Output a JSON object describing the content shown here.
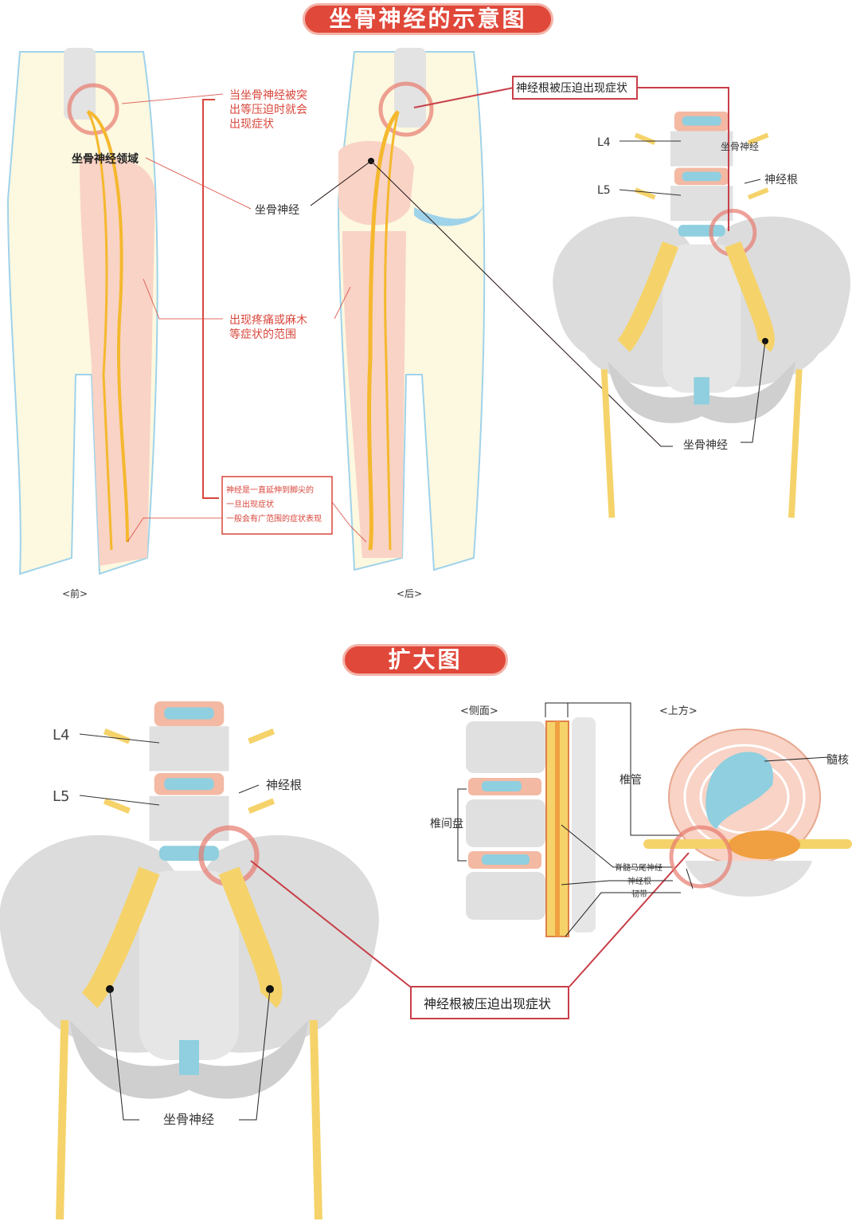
{
  "titles": {
    "main": "坐骨神经的示意图",
    "enlarged": "扩大图"
  },
  "top": {
    "sciatic_area": "坐骨神经领域",
    "compress_note": [
      "当坐骨神经被突",
      "出等压迫时就会",
      "出现症状"
    ],
    "sciatic_nerve": "坐骨神经",
    "pain_range": [
      "出现疼痛或麻木",
      "等症状的范围"
    ],
    "extend_note": [
      "神经是一直延伸到脚尖的",
      "一旦出现症状",
      "一般会有广范围的症状表现"
    ],
    "front": "<前>",
    "back": "<后>",
    "root_compressed": "神经根被压迫出现症状",
    "l4": "L4",
    "l5": "L5",
    "sciatic_nerve_pelvis": "坐骨神经",
    "nerve_root": "神经根",
    "sciatic_nerve_bottom": "坐骨神经"
  },
  "bottom": {
    "l4": "L4",
    "l5": "L5",
    "nerve_root": "神经根",
    "sciatic_nerve": "坐骨神经",
    "root_compressed": "神经根被压迫出现症状",
    "side_view": "<侧面>",
    "top_view": "<上方>",
    "disc": "椎间盘",
    "canal": "椎管",
    "cauda": "脊髓马尾神经",
    "root": "神经根",
    "ligament": "韧带",
    "nucleus": "髓核"
  },
  "colors": {
    "accent": "#e0483a",
    "nerve": "#f5b82e",
    "skin": "#fdf8e0",
    "pink": "#f8d3c6",
    "bone": "#dcdcdc",
    "disc": "#8fcfdf"
  }
}
